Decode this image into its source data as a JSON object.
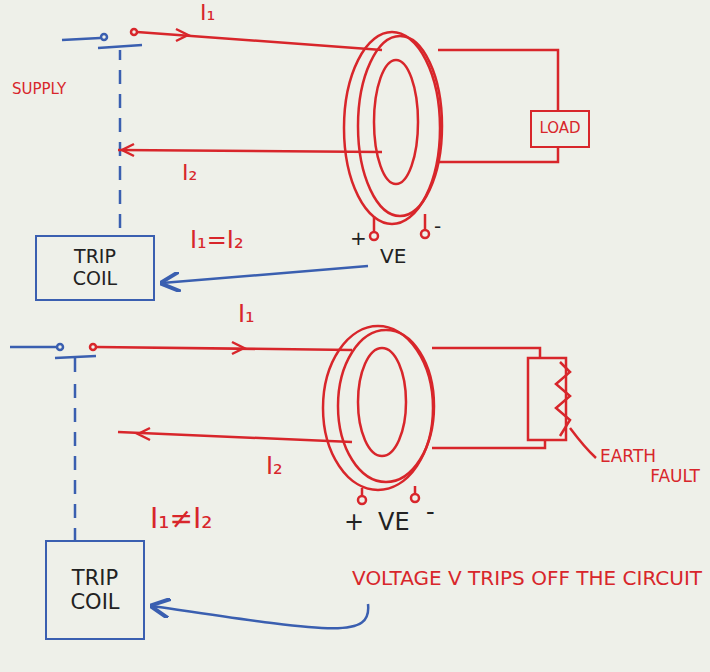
{
  "diagram": {
    "nodes": [
      {
        "text": [
          "LOAD"
        ]
      },
      {
        "text": [
          "TRIP COIL"
        ]
      },
      {
        "text": [
          "TRIP COIL"
        ]
      }
    ],
    "labels": [
      "SUPPLY",
      "I₁",
      "I₂",
      "+",
      "-",
      "I₁=I₂",
      "VE",
      "I₁",
      "I₂",
      "EARTH FAULT",
      "I₁≠I₂",
      "+",
      "VE",
      "-",
      "VOLTAGE V TRIPS OFF THE CIRCUIT"
    ]
  }
}
